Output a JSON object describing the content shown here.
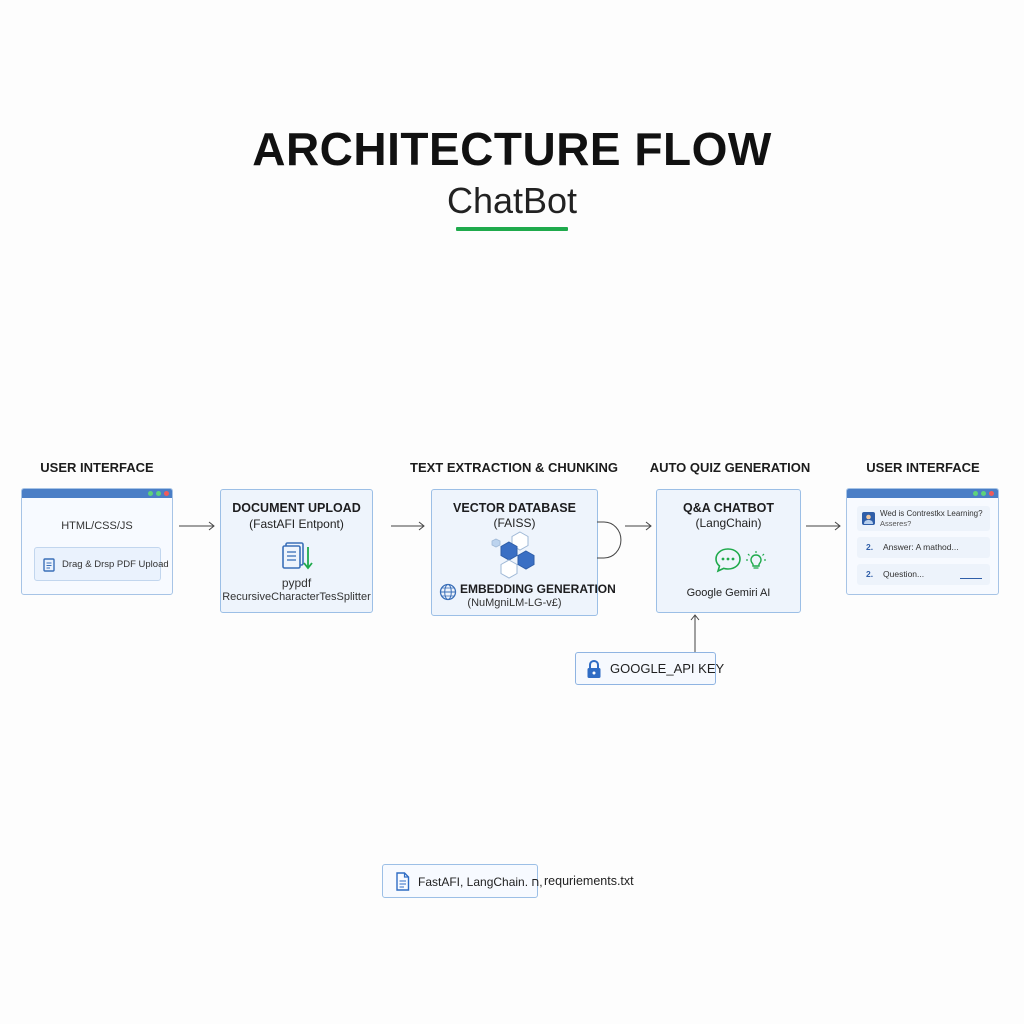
{
  "header": {
    "title": "ARCHITECTURE FLOW",
    "subtitle": "ChatBot"
  },
  "labels": {
    "ui_left": "USER INTERFACE",
    "extraction": "TEXT EXTRACTION & CHUNKING",
    "quiz": "AUTO QUIZ GENERATION",
    "ui_right": "USER INTERFACE"
  },
  "ui_left_card": {
    "tech": "HTML/CSS/JS",
    "upload_button": "Drag & Drsp PDF Upload",
    "icons": [
      "document-icon"
    ]
  },
  "doc_upload_card": {
    "title": "DOCUMENT UPLOAD",
    "subtitle": "(FastAFI Entpont)",
    "lib1": "pypdf",
    "lib2": "RecursiveCharacterTesSplitter",
    "icons": [
      "document-stack-icon"
    ]
  },
  "vector_card": {
    "title": "VECTOR DATABASE",
    "subtitle": "(FAISS)",
    "embed_title": "EMBEDDING GENERATION",
    "embed_model": "(NuMgniLM-LG-v£)",
    "icons": [
      "hexagon-cluster-icon",
      "globe-icon"
    ]
  },
  "chatbot_card": {
    "title": "Q&A CHATBOT",
    "subtitle": "(LangChain)",
    "provider": "Google Gemiri AI",
    "icons": [
      "chat-bubble-icon",
      "lightbulb-icon"
    ]
  },
  "ui_right_card": {
    "rows": [
      {
        "prefix": "",
        "text_line1": "Wed is Contrestkx Learning?",
        "text_line2": "Asseres?"
      },
      {
        "prefix": "2.",
        "text": "Answer: A mathod..."
      },
      {
        "prefix": "2.",
        "text": "Question..."
      }
    ],
    "icons": [
      "avatar-icon"
    ]
  },
  "api_key": {
    "label": "GOOGLE_API KEY",
    "icons": [
      "lock-icon"
    ]
  },
  "footer": {
    "file_box_label": "FastAFI, LangChain. ח,",
    "file_name": "requriements.txt",
    "icons": [
      "file-icon"
    ]
  },
  "colors": {
    "accent_green": "#1faa4c",
    "card_blue": "#eef4fc",
    "border_blue": "#9cbfe6",
    "browser_bar": "#4a7ec6"
  }
}
